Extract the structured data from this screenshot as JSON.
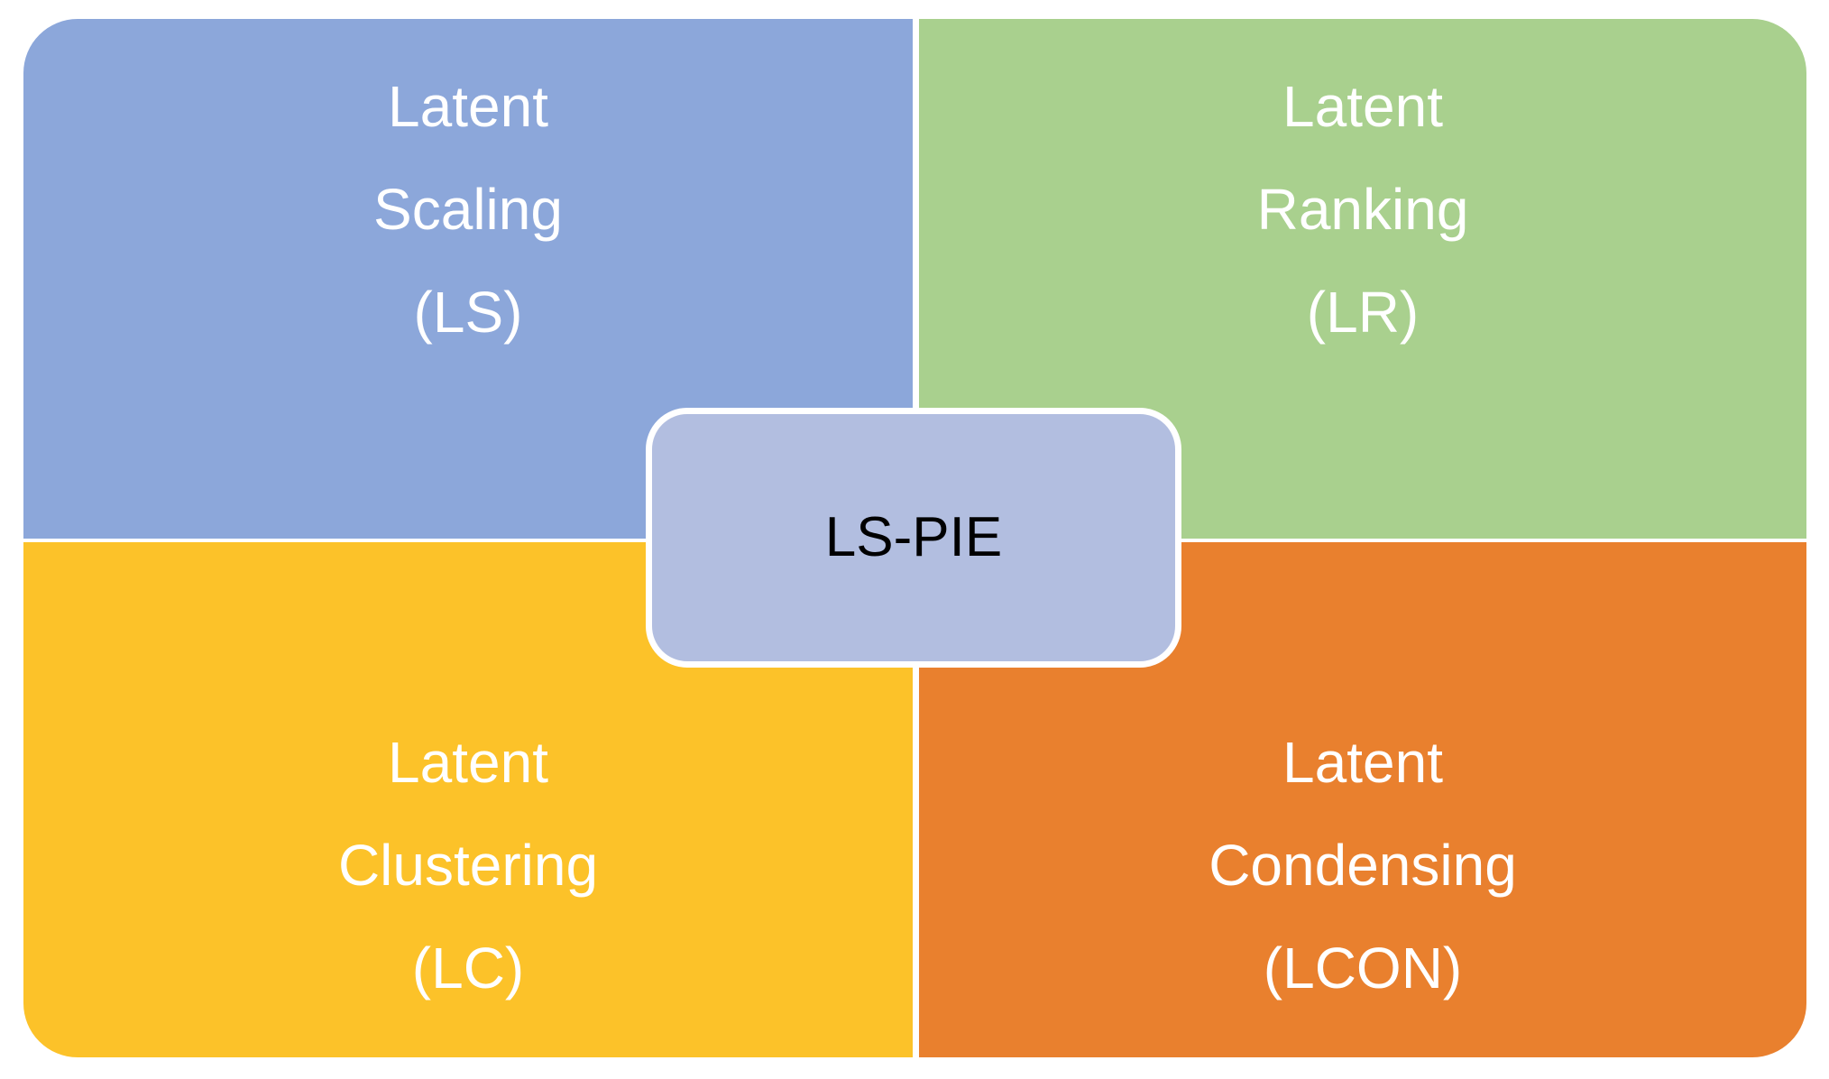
{
  "background_color": "#ffffff",
  "quadrants": [
    {
      "id": "latent-scaling",
      "position": "top-left",
      "lines": [
        "Latent",
        "Scaling",
        "(LS)"
      ],
      "fill": "#8CA7DA",
      "text_color": "#ffffff"
    },
    {
      "id": "latent-ranking",
      "position": "top-right",
      "lines": [
        "Latent",
        "Ranking",
        "(LR)"
      ],
      "fill": "#A9D08E",
      "text_color": "#ffffff"
    },
    {
      "id": "latent-clustering",
      "position": "bottom-left",
      "lines": [
        "Latent",
        "Clustering",
        "(LC)"
      ],
      "fill": "#FCC229",
      "text_color": "#ffffff"
    },
    {
      "id": "latent-condensing",
      "position": "bottom-right",
      "lines": [
        "Latent",
        "Condensing",
        "(LCON)"
      ],
      "fill": "#E9802E",
      "text_color": "#ffffff"
    }
  ],
  "center_badge": {
    "label": "LS-PIE",
    "fill": "#B2BEE0",
    "border_color": "#ffffff",
    "text_color": "#000000"
  }
}
